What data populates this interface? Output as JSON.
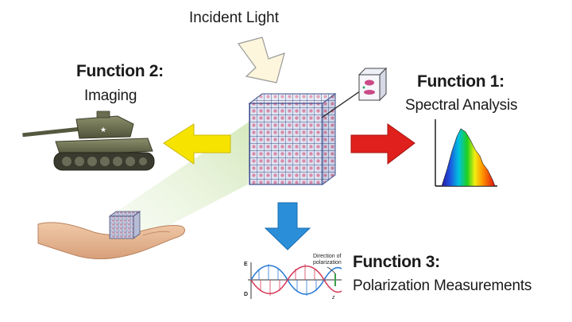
{
  "incident_light": "Incident Light",
  "function1": {
    "title": "Function 1:",
    "description": "Spectral Analysis"
  },
  "function2": {
    "title": "Function 2:",
    "description": "Imaging"
  },
  "function3": {
    "title": "Function 3:",
    "description": "Polarization Measurements"
  },
  "wave_inset": {
    "annotation_line1": "Direction of",
    "annotation_line2": "polarization",
    "axis_left_top": "E",
    "axis_left_bottom": "D",
    "axis_right": "z"
  },
  "colors": {
    "arrow_incident": "#fdf6dc",
    "arrow_imaging": "#f6e400",
    "arrow_spectral": "#e0201c",
    "arrow_polarization": "#2a8fd8",
    "cube_grid": "#3b4d8a",
    "light_cone": "#d8ecc4"
  },
  "icons": [
    "tank-icon",
    "hand-icon",
    "spectrum-icon",
    "polarization-wave-icon",
    "unit-cell-icon"
  ]
}
